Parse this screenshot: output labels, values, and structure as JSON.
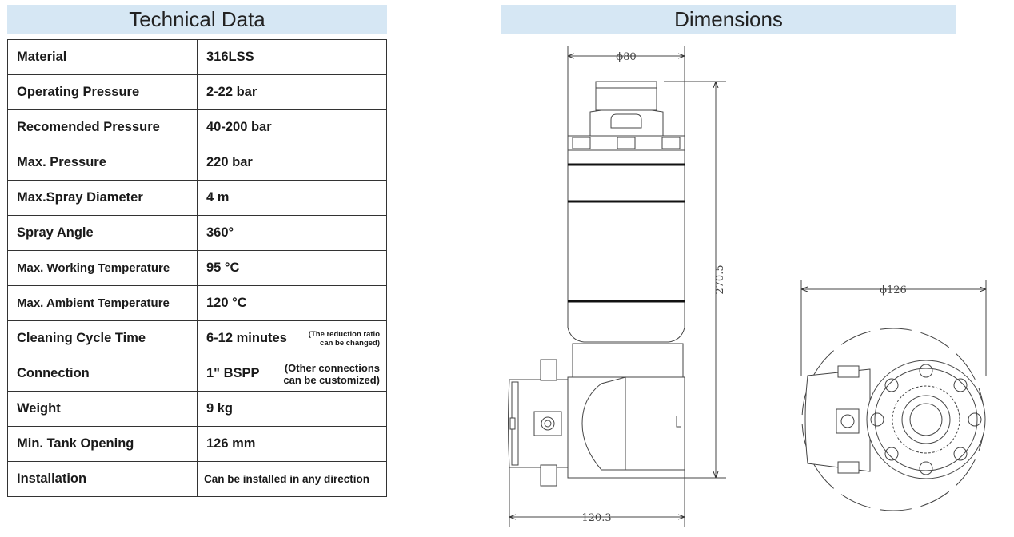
{
  "technical_data": {
    "title": "Technical Data",
    "rows": [
      {
        "label": "Material",
        "value": "316LSS",
        "note": ""
      },
      {
        "label": "Operating Pressure",
        "value": "2-22  bar",
        "note": ""
      },
      {
        "label": "Recomended Pressure",
        "value": "40-200 bar",
        "note": ""
      },
      {
        "label": "Max. Pressure",
        "value": "220 bar",
        "note": ""
      },
      {
        "label": "Max.Spray Diameter",
        "value": "4 m",
        "note": ""
      },
      {
        "label": "Spray Angle",
        "value": "360°",
        "note": ""
      },
      {
        "label": "Max. Working Temperature",
        "value": "95 °C",
        "note": ""
      },
      {
        "label": "Max. Ambient Temperature",
        "value": "120 °C",
        "note": ""
      },
      {
        "label": "Cleaning Cycle Time",
        "value": "6-12 minutes",
        "note_line1": "(The reduction ratio",
        "note_line2": "can be changed)"
      },
      {
        "label": "Connection",
        "value": "1\" BSPP",
        "note_line1": "(Other connections",
        "note_line2": "can be customized)"
      },
      {
        "label": "Weight",
        "value": "9 kg",
        "note": ""
      },
      {
        "label": "Min. Tank Opening",
        "value": "126 mm",
        "note": ""
      },
      {
        "label": "Installation",
        "value": "Can be installed in any direction",
        "note": ""
      }
    ]
  },
  "dimensions": {
    "title": "Dimensions",
    "top_diameter": "ϕ80",
    "height": "270.5",
    "width": "120.3",
    "bottom_diameter": "ϕ126"
  }
}
